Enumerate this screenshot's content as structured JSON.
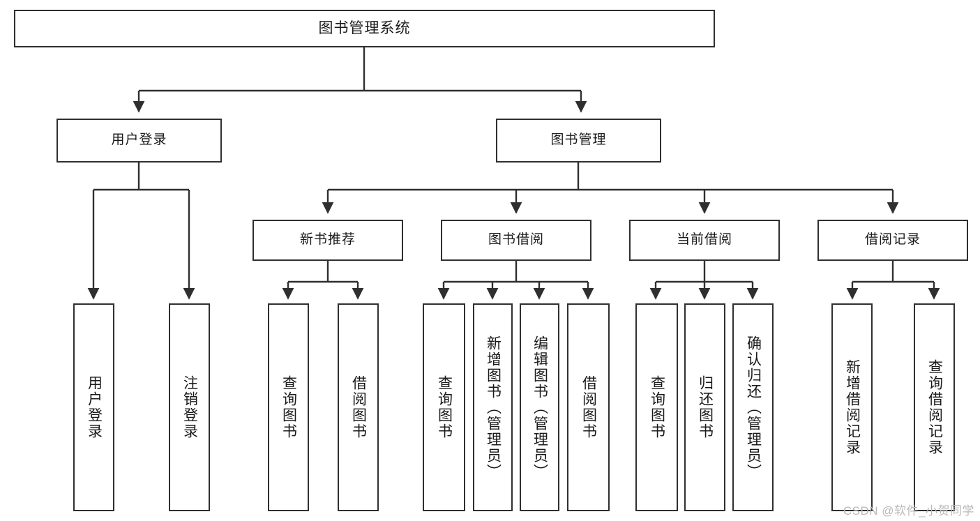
{
  "diagram": {
    "title": "图书管理系统",
    "type": "tree",
    "watermark": "CSDN @软件_小贺同学",
    "colors": {
      "border": "#2f2f2f",
      "background": "#ffffff",
      "text": "#1a1a1a",
      "watermark": "#b9b9b9"
    },
    "nodes": {
      "root": {
        "label": "图书管理系统"
      },
      "level1": [
        {
          "label": "用户登录"
        },
        {
          "label": "图书管理"
        }
      ],
      "level2": [
        {
          "label": "新书推荐"
        },
        {
          "label": "图书借阅"
        },
        {
          "label": "当前借阅"
        },
        {
          "label": "借阅记录"
        }
      ],
      "leaves": {
        "user_login": [
          {
            "label": "用户登录"
          },
          {
            "label": "注销登录"
          }
        ],
        "new_book_recommend": [
          {
            "label": "查询图书"
          },
          {
            "label": "借阅图书"
          }
        ],
        "book_borrow": [
          {
            "label": "查询图书"
          },
          {
            "label": "新增图书（管理员）"
          },
          {
            "label": "编辑图书（管理员）"
          },
          {
            "label": "借阅图书"
          }
        ],
        "current_borrow": [
          {
            "label": "查询图书"
          },
          {
            "label": "归还图书"
          },
          {
            "label": "确认归还（管理员）"
          }
        ],
        "borrow_record": [
          {
            "label": "新增借阅记录"
          },
          {
            "label": "查询借阅记录"
          }
        ]
      }
    }
  }
}
